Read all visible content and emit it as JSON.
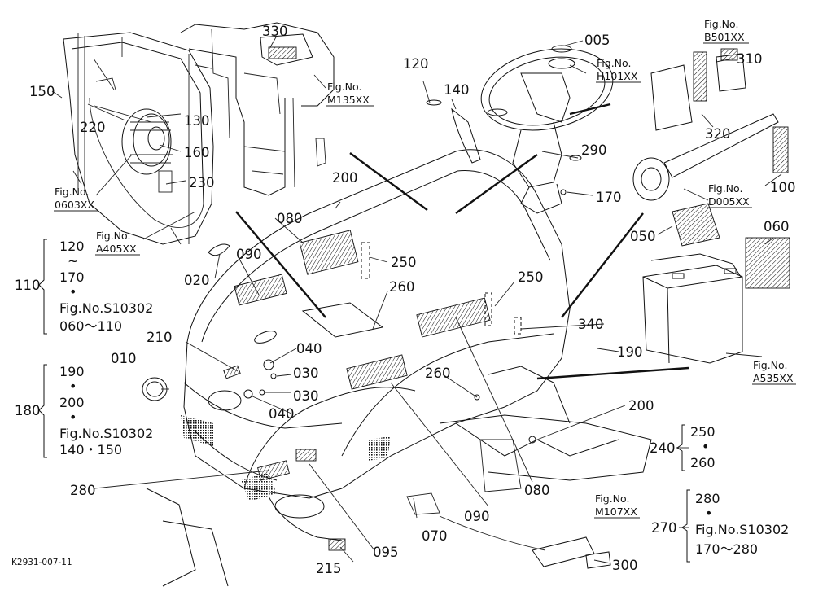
{
  "drawing_code": "K2931-007-11",
  "part_labels": {
    "p005": "005",
    "p010": "010",
    "p020": "020",
    "p030a": "030",
    "p030b": "030",
    "p040a": "040",
    "p040b": "040",
    "p050": "050",
    "p060": "060",
    "p070": "070",
    "p080a": "080",
    "p080b": "080",
    "p090a": "090",
    "p090b": "090",
    "p095": "095",
    "p100": "100",
    "p120": "120",
    "p130": "130",
    "p140": "140",
    "p150": "150",
    "p160": "160",
    "p170": "170",
    "p190": "190",
    "p200a": "200",
    "p200b": "200",
    "p210": "210",
    "p215": "215",
    "p220": "220",
    "p230": "230",
    "p250a": "250",
    "p250b": "250",
    "p260a": "260",
    "p260b": "260",
    "p280": "280",
    "p290": "290",
    "p300": "300",
    "p310": "310",
    "p320": "320",
    "p330": "330",
    "p340": "340"
  },
  "fig_refs": [
    {
      "label": "Fig.No.",
      "code": "B501XX"
    },
    {
      "label": "Fig.No.",
      "code": "H101XX"
    },
    {
      "label": "Fig.No.",
      "code": "M135XX"
    },
    {
      "label": "Fig.No.",
      "code": "0603XX"
    },
    {
      "label": "Fig.No.",
      "code": "A405XX"
    },
    {
      "label": "Fig.No.",
      "code": "D005XX"
    },
    {
      "label": "Fig.No.",
      "code": "A535XX"
    },
    {
      "label": "Fig.No.",
      "code": "M107XX"
    }
  ],
  "groups": {
    "g110": {
      "key": "110",
      "lines": [
        "120",
        "~",
        "170",
        "•",
        "Fig.No.S10302",
        "060～110"
      ]
    },
    "g180": {
      "key": "180",
      "lines": [
        "190",
        "•",
        "200",
        "•",
        "Fig.No.S10302",
        "140・150"
      ]
    },
    "g240": {
      "key": "240",
      "lines": [
        "250",
        "•",
        "260"
      ]
    },
    "g270": {
      "key": "270",
      "lines": [
        "280",
        "•",
        "Fig.No.S10302",
        "170～280"
      ]
    }
  }
}
